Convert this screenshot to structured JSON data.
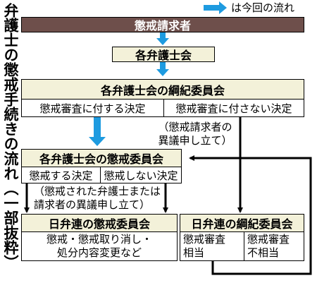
{
  "title": "弁護士の懲戒手続きの流れ（一部抜粋）",
  "legend": {
    "label": "は今回の流れ",
    "color": "#1e9be0"
  },
  "nodes": {
    "request": "懲戒請求者",
    "bar_assoc": "各弁護士会",
    "bar_ethics": "各弁護士会の綱紀委員会",
    "refer": "懲戒審査に付する決定",
    "not_refer": "懲戒審査に付さない決定",
    "bar_discipline": "各弁護士会の懲戒委員会",
    "discipline": "懲戒する決定",
    "no_discipline": "懲戒しない決定",
    "jfba_discipline": "日弁連の懲戒委員会",
    "jfba_outcome": [
      "懲戒・懲戒取り消し・",
      "処分内容変更など"
    ],
    "jfba_ethics": "日弁連の綱紀委員会",
    "appropriate": [
      "懲戒審査",
      "相当"
    ],
    "inappropriate": [
      "懲戒審査",
      "不相当"
    ]
  },
  "notes": {
    "appeal1": [
      "（懲戒請求者の",
      "異議申し立て）"
    ],
    "appeal2": [
      "（懲戒された弁護士または",
      "請求者の異議申し立て）"
    ]
  }
}
